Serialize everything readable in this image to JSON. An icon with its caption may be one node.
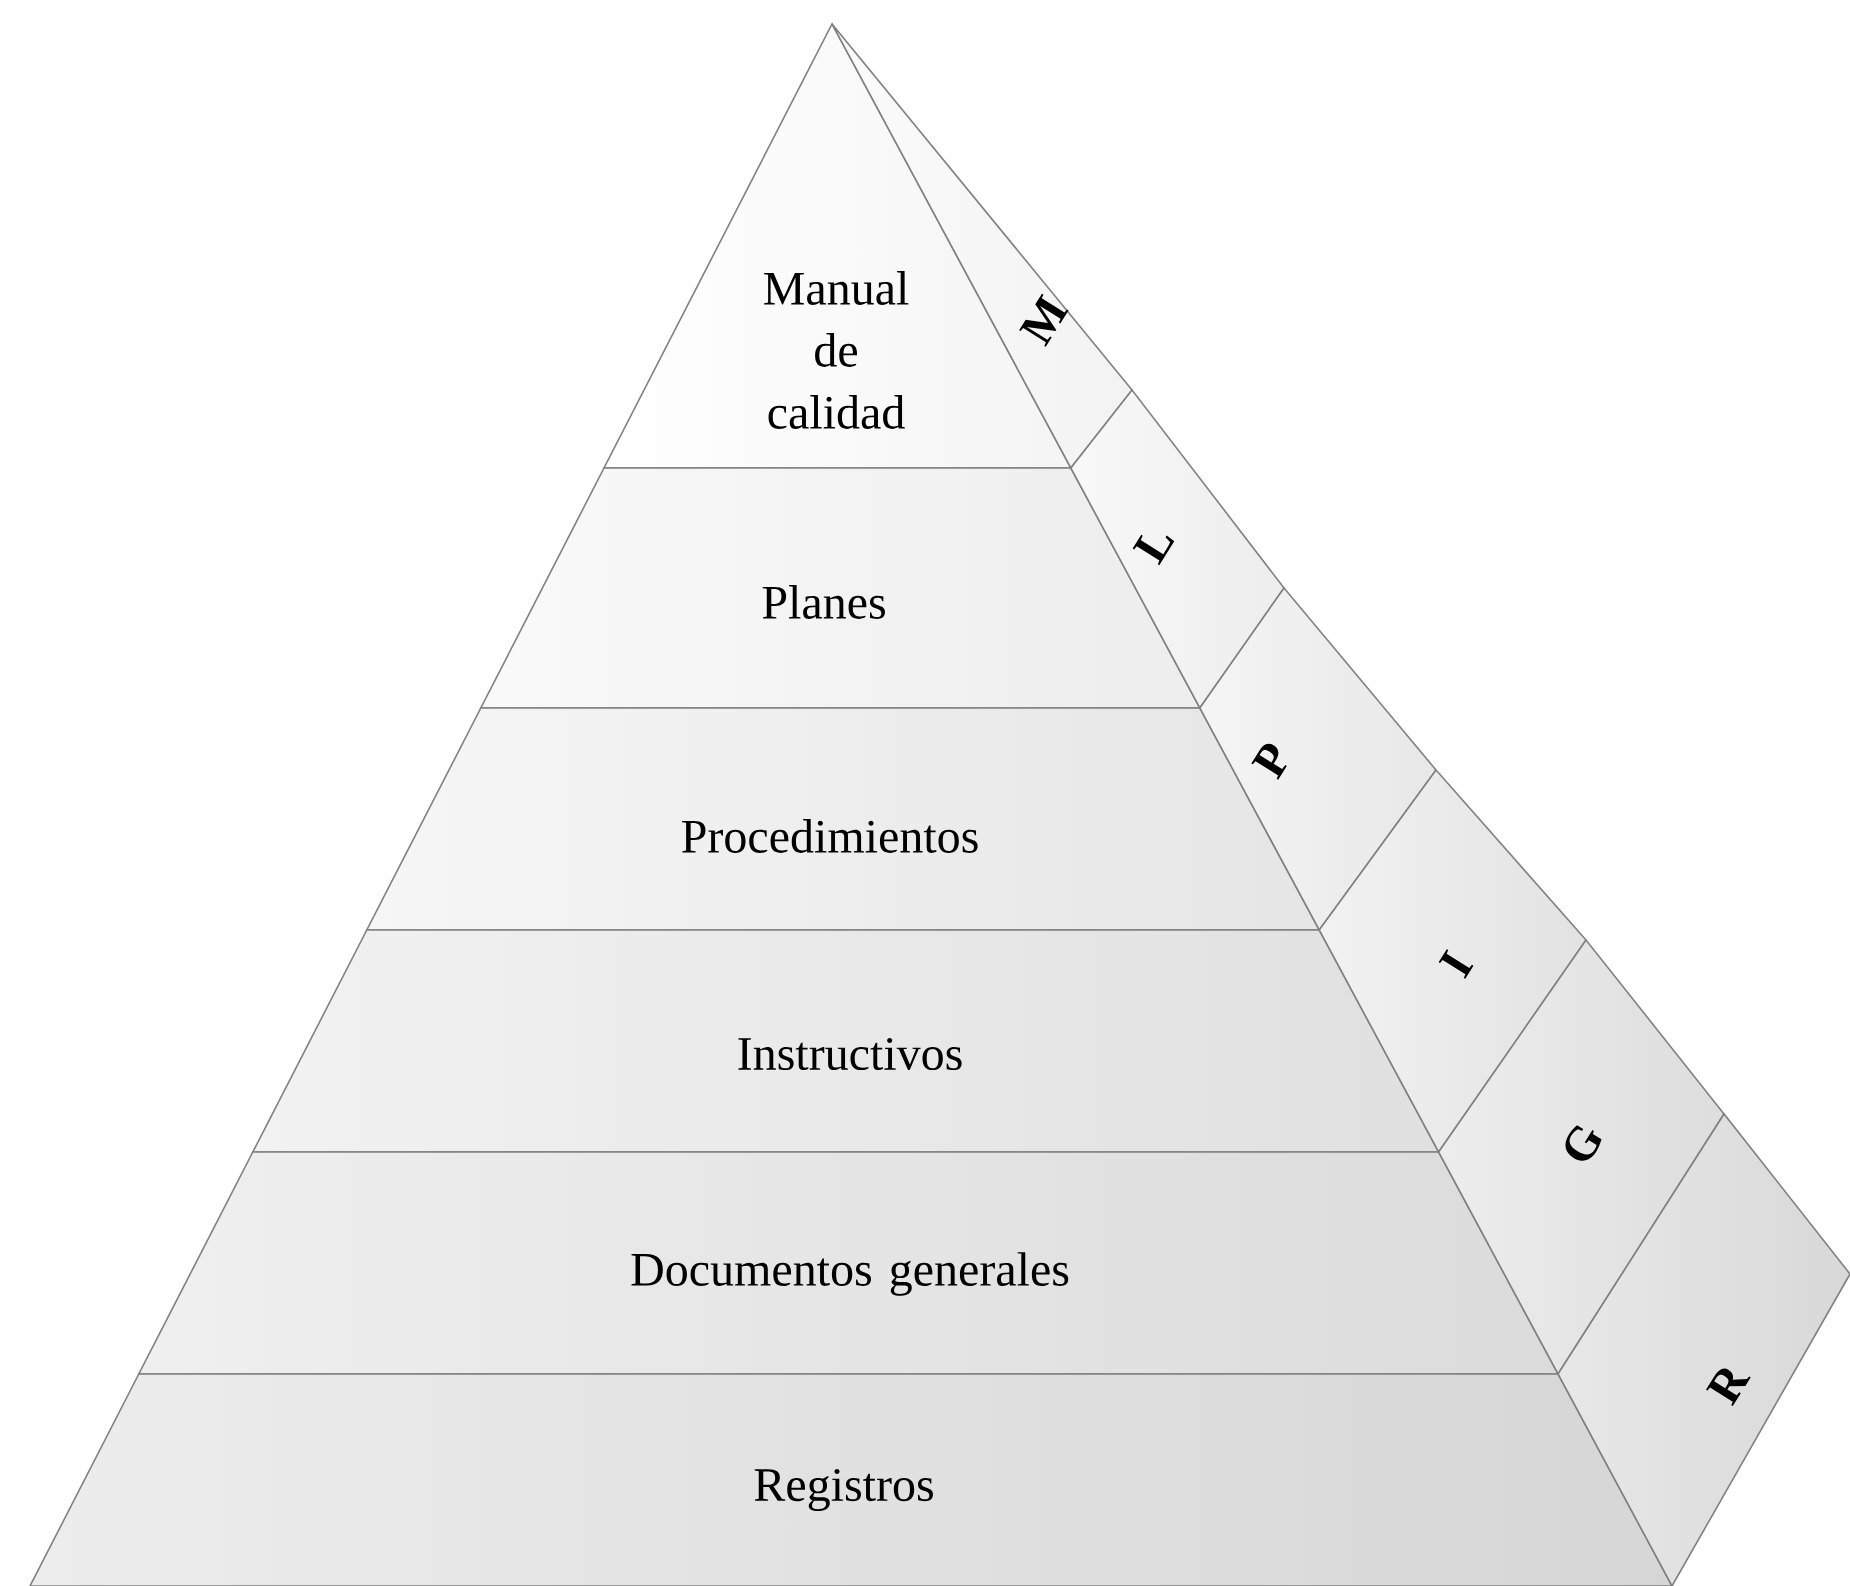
{
  "diagram": {
    "nodes": [
      {
        "text": [
          "Manual de calidad"
        ]
      },
      {
        "text": [
          "Planes"
        ]
      },
      {
        "text": [
          "Procedimientos"
        ]
      },
      {
        "text": [
          "Instructivos"
        ]
      },
      {
        "text": [
          "Documentos generales"
        ]
      },
      {
        "text": [
          "Registros"
        ]
      },
      {
        "text": [
          "M"
        ]
      },
      {
        "text": [
          "L"
        ]
      },
      {
        "text": [
          "P"
        ]
      },
      {
        "text": [
          "I"
        ]
      },
      {
        "text": [
          "G"
        ]
      },
      {
        "text": [
          "R"
        ]
      }
    ]
  }
}
